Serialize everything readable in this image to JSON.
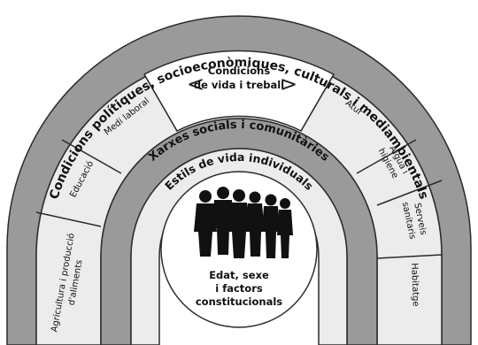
{
  "diagram": {
    "outer_arc_label": "Condicions polítiques, socioeconòmiques, culturals i mediambientals",
    "top_segment": {
      "line1": "Condicions",
      "line2": "de vida i treball"
    },
    "segments": {
      "agricultura": [
        "Agricultura i producció",
        "d'aliments"
      ],
      "educacio": "Educació",
      "medi_laboral": "Medi laboral",
      "atur": "Atur",
      "aigua": [
        "Aigua i",
        "higiene"
      ],
      "serveis": [
        "Serveis",
        "sanitaris"
      ],
      "habitatge": "Habitatge"
    },
    "social_ring_label": "Xarxes socials i comunitàries",
    "lifestyle_ring_label": "Estils de vida individuals",
    "core": {
      "line1": "Edat, sexe",
      "line2": "i factors",
      "line3": "constitucionals"
    },
    "colors": {
      "outer_band": "#9a9a9a",
      "segments": "#ececec",
      "social_band": "#9a9a9a",
      "lifestyle_band": "#ececec",
      "core": "#ffffff",
      "stroke": "#2b2b2b",
      "people": "#111111"
    }
  }
}
